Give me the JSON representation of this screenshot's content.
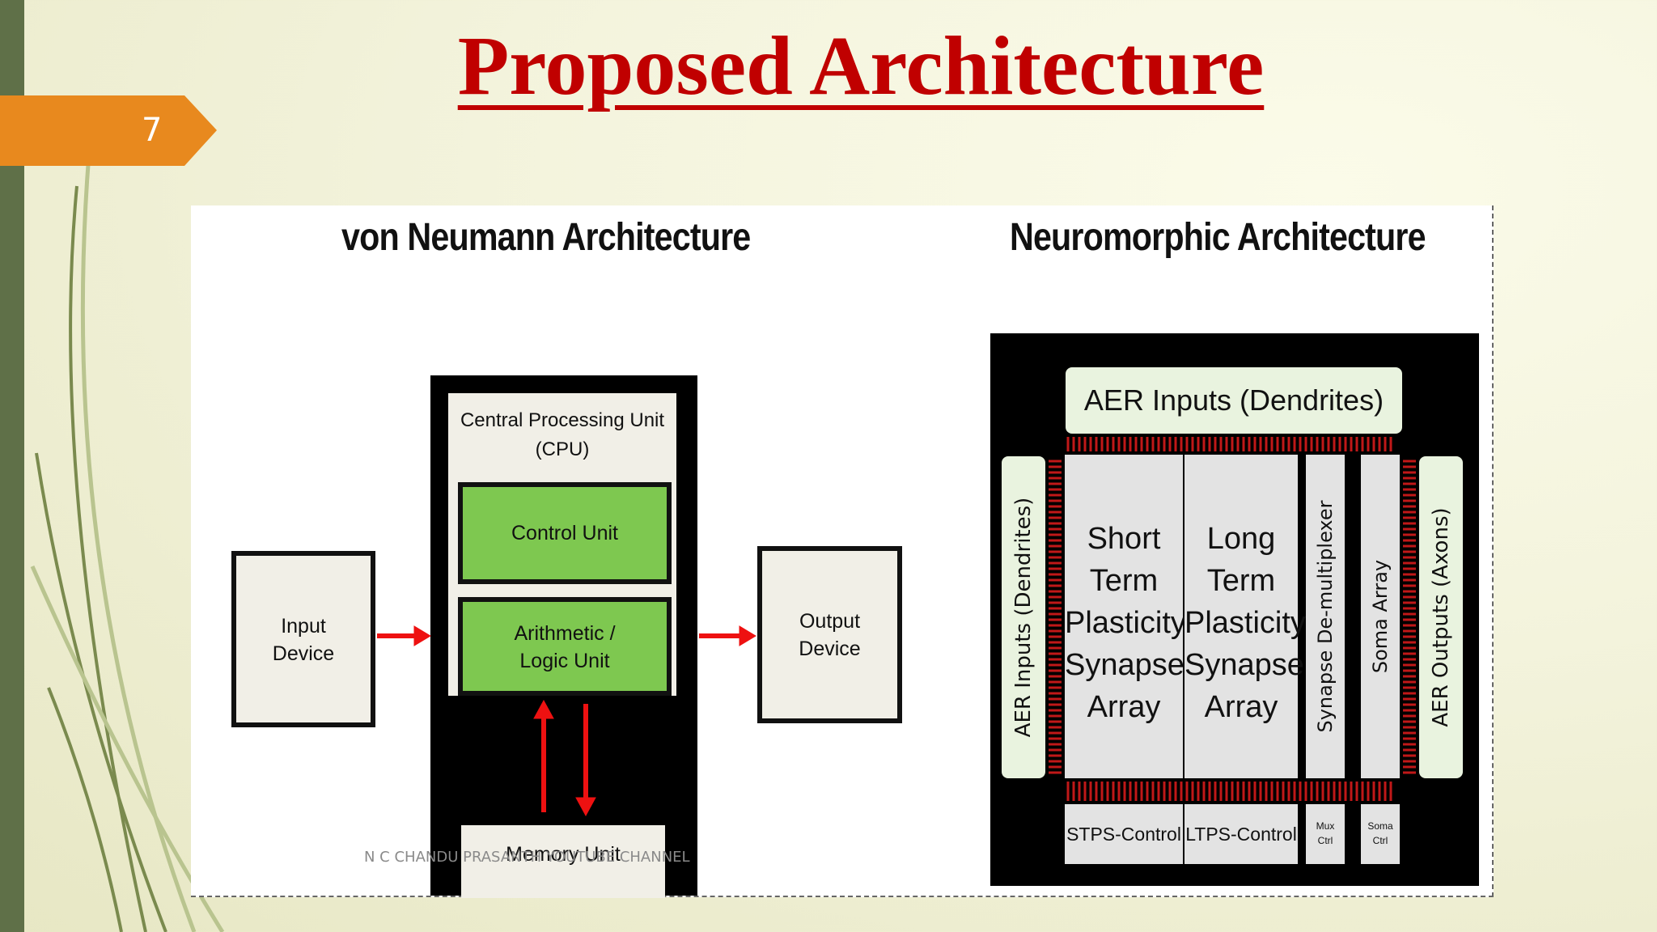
{
  "slide": {
    "number": "7",
    "title": "Proposed Architecture"
  },
  "colors": {
    "title": "#c00000",
    "tab": "#e8891e",
    "green_unit": "#7ec850",
    "arrow": "#ee1111"
  },
  "von_neumann": {
    "heading": "von Neumann Architecture",
    "input_device": "Input\nDevice",
    "output_device": "Output\nDevice",
    "cpu": "Central Processing Unit\n(CPU)",
    "control_unit": "Control Unit",
    "alu": "Arithmetic /\nLogic Unit",
    "memory_unit": "Memory Unit"
  },
  "neuromorphic": {
    "heading": "Neuromorphic Architecture",
    "aer_inputs_top": "AER Inputs (Dendrites)",
    "aer_inputs_left": "AER Inputs (Dendrites)",
    "aer_outputs": "AER Outputs (Axons)",
    "stp_array": "Short\nTerm\nPlasticity\nSynapse\nArray",
    "ltp_array": "Long\nTerm\nPlasticity\nSynapse\nArray",
    "demux": "Synapse De-multiplexer",
    "soma_array": "Soma Array",
    "stps_control": "STPS-Control",
    "ltps_control": "LTPS-Control",
    "mux_ctrl": "Mux\nCtrl",
    "soma_ctrl": "Soma\nCtrl"
  },
  "watermark": "N C CHANDU PRASANTH YOUTUBE CHANNEL"
}
